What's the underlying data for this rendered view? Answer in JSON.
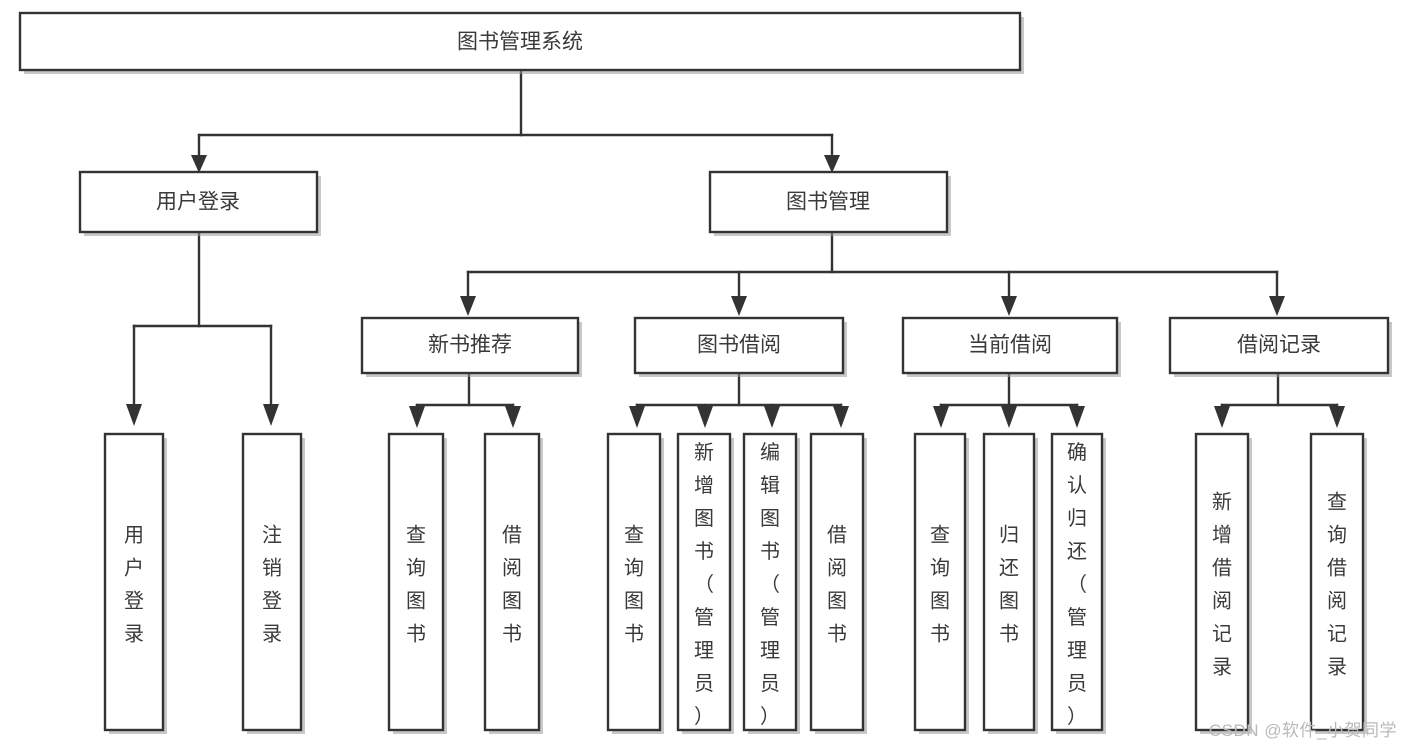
{
  "diagram": {
    "title": "图书管理系统",
    "type": "hierarchy-tree",
    "watermark": "CSDN @软件_小贺同学",
    "colors": {
      "background": "#ffffff",
      "box_fill": "#ffffff",
      "box_stroke": "#333333",
      "text": "#3a3a3a",
      "watermark": "#b9b9b9"
    },
    "nodes": {
      "root": {
        "label": "图书管理系统",
        "level": 0,
        "orientation": "horizontal"
      },
      "user_login": {
        "label": "用户登录",
        "level": 1,
        "orientation": "horizontal"
      },
      "book_manage": {
        "label": "图书管理",
        "level": 1,
        "orientation": "horizontal"
      },
      "new_book_rec": {
        "label": "新书推荐",
        "level": 2,
        "orientation": "horizontal"
      },
      "book_borrow": {
        "label": "图书借阅",
        "level": 2,
        "orientation": "horizontal"
      },
      "current_borrow": {
        "label": "当前借阅",
        "level": 2,
        "orientation": "horizontal"
      },
      "borrow_record": {
        "label": "借阅记录",
        "level": 2,
        "orientation": "horizontal"
      },
      "leaf_user_login": {
        "label": "用户登录",
        "level": 3,
        "orientation": "vertical"
      },
      "leaf_logout": {
        "label": "注销登录",
        "level": 3,
        "orientation": "vertical"
      },
      "leaf_query_book_1": {
        "label": "查询图书",
        "level": 3,
        "orientation": "vertical"
      },
      "leaf_borrow_book_1": {
        "label": "借阅图书",
        "level": 3,
        "orientation": "vertical"
      },
      "leaf_query_book_2": {
        "label": "查询图书",
        "level": 3,
        "orientation": "vertical"
      },
      "leaf_add_book": {
        "label": "新增图书（管理员）",
        "level": 3,
        "orientation": "vertical"
      },
      "leaf_edit_book": {
        "label": "编辑图书（管理员）",
        "level": 3,
        "orientation": "vertical"
      },
      "leaf_borrow_book_2": {
        "label": "借阅图书",
        "level": 3,
        "orientation": "vertical"
      },
      "leaf_query_book_3": {
        "label": "查询图书",
        "level": 3,
        "orientation": "vertical"
      },
      "leaf_return_book": {
        "label": "归还图书",
        "level": 3,
        "orientation": "vertical"
      },
      "leaf_confirm_return": {
        "label": "确认归还（管理员）",
        "level": 3,
        "orientation": "vertical"
      },
      "leaf_add_record": {
        "label": "新增借阅记录",
        "level": 3,
        "orientation": "vertical"
      },
      "leaf_query_record": {
        "label": "查询借阅记录",
        "level": 3,
        "orientation": "vertical"
      }
    },
    "edges": [
      {
        "from": "root",
        "to": "user_login"
      },
      {
        "from": "root",
        "to": "book_manage"
      },
      {
        "from": "user_login",
        "to": "leaf_user_login"
      },
      {
        "from": "user_login",
        "to": "leaf_logout"
      },
      {
        "from": "book_manage",
        "to": "new_book_rec"
      },
      {
        "from": "book_manage",
        "to": "book_borrow"
      },
      {
        "from": "book_manage",
        "to": "current_borrow"
      },
      {
        "from": "book_manage",
        "to": "borrow_record"
      },
      {
        "from": "new_book_rec",
        "to": "leaf_query_book_1"
      },
      {
        "from": "new_book_rec",
        "to": "leaf_borrow_book_1"
      },
      {
        "from": "book_borrow",
        "to": "leaf_query_book_2"
      },
      {
        "from": "book_borrow",
        "to": "leaf_add_book"
      },
      {
        "from": "book_borrow",
        "to": "leaf_edit_book"
      },
      {
        "from": "book_borrow",
        "to": "leaf_borrow_book_2"
      },
      {
        "from": "current_borrow",
        "to": "leaf_query_book_3"
      },
      {
        "from": "current_borrow",
        "to": "leaf_return_book"
      },
      {
        "from": "current_borrow",
        "to": "leaf_confirm_return"
      },
      {
        "from": "borrow_record",
        "to": "leaf_add_record"
      },
      {
        "from": "borrow_record",
        "to": "leaf_query_record"
      }
    ]
  }
}
